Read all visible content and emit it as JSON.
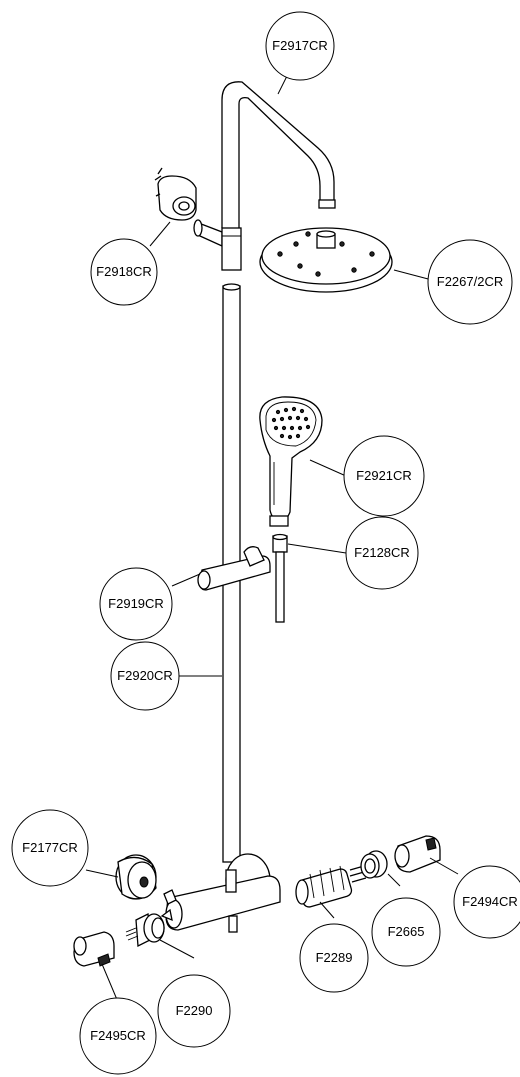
{
  "diagram": {
    "labels": [
      {
        "id": "top_arm",
        "text": "F2917CR"
      },
      {
        "id": "wall_bracket",
        "text": "F2918CR"
      },
      {
        "id": "head_shower",
        "text": "F2267/2CR"
      },
      {
        "id": "hand_shower",
        "text": "F2921CR"
      },
      {
        "id": "hose_conn",
        "text": "F2128CR"
      },
      {
        "id": "slider",
        "text": "F2919CR"
      },
      {
        "id": "riser_rail",
        "text": "F2920CR"
      },
      {
        "id": "wall_flange",
        "text": "F2177CR"
      },
      {
        "id": "right_handle",
        "text": "F2494CR"
      },
      {
        "id": "adapter",
        "text": "F2665"
      },
      {
        "id": "cartridge",
        "text": "F2289"
      },
      {
        "id": "diverter",
        "text": "F2290"
      },
      {
        "id": "left_handle",
        "text": "F2495CR"
      }
    ]
  }
}
